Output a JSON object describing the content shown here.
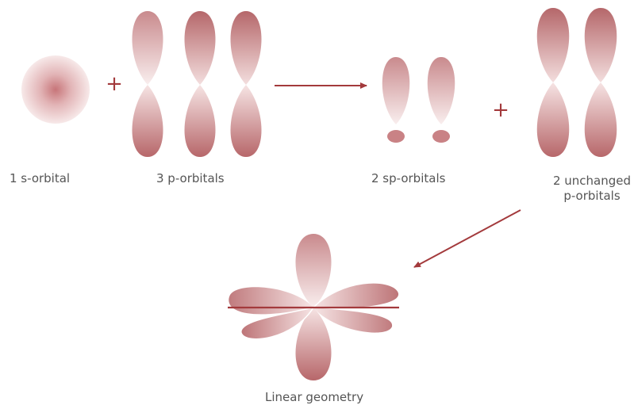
{
  "labels": {
    "s_orbital": "1 s-orbital",
    "p_orbitals": "3 p-orbitals",
    "sp_orbitals": "2 sp-orbitals",
    "unchanged_line1": "2 unchanged",
    "unchanged_line2": "p-orbitals",
    "geometry": "Linear geometry"
  },
  "symbols": {
    "plus": "+"
  },
  "colors": {
    "lobe_dark": "#b86a6d",
    "lobe_mid": "#d39a9c",
    "lobe_light": "#f6e6e6",
    "arrow": "#a33a3c",
    "text": "#555555",
    "plus": "#a33a3c"
  }
}
